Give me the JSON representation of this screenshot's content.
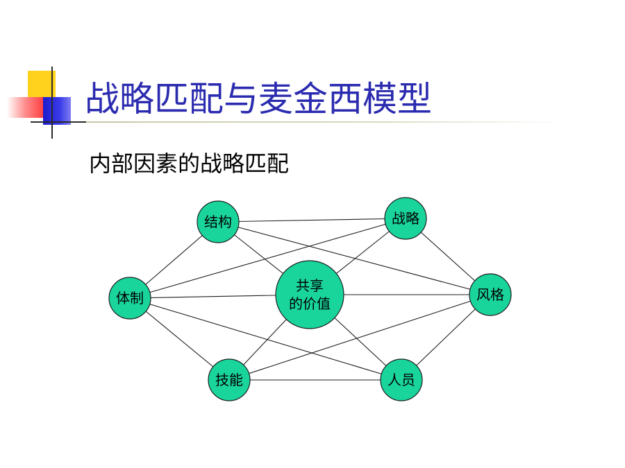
{
  "slide": {
    "title": "战略匹配与麦金西模型",
    "subtitle": "内部因素的战略匹配"
  },
  "colors": {
    "title": "#2b2bb0",
    "node_fill": "#19d59c",
    "line": "#1e1e1e"
  },
  "diagram": {
    "nodes": [
      {
        "id": "structure",
        "lines": [
          "结构"
        ]
      },
      {
        "id": "strategy",
        "lines": [
          "战略"
        ]
      },
      {
        "id": "system",
        "lines": [
          "体制"
        ]
      },
      {
        "id": "shared-values",
        "lines": [
          "共享",
          "的价值"
        ]
      },
      {
        "id": "style",
        "lines": [
          "风格"
        ]
      },
      {
        "id": "skills",
        "lines": [
          "技能"
        ]
      },
      {
        "id": "staff",
        "lines": [
          "人员"
        ]
      }
    ],
    "edges": [
      [
        "structure",
        "strategy"
      ],
      [
        "structure",
        "system"
      ],
      [
        "structure",
        "shared-values"
      ],
      [
        "structure",
        "style"
      ],
      [
        "strategy",
        "system"
      ],
      [
        "strategy",
        "shared-values"
      ],
      [
        "strategy",
        "style"
      ],
      [
        "system",
        "shared-values"
      ],
      [
        "system",
        "skills"
      ],
      [
        "system",
        "staff"
      ],
      [
        "shared-values",
        "style"
      ],
      [
        "shared-values",
        "skills"
      ],
      [
        "shared-values",
        "staff"
      ],
      [
        "style",
        "skills"
      ],
      [
        "style",
        "staff"
      ],
      [
        "skills",
        "staff"
      ]
    ]
  }
}
